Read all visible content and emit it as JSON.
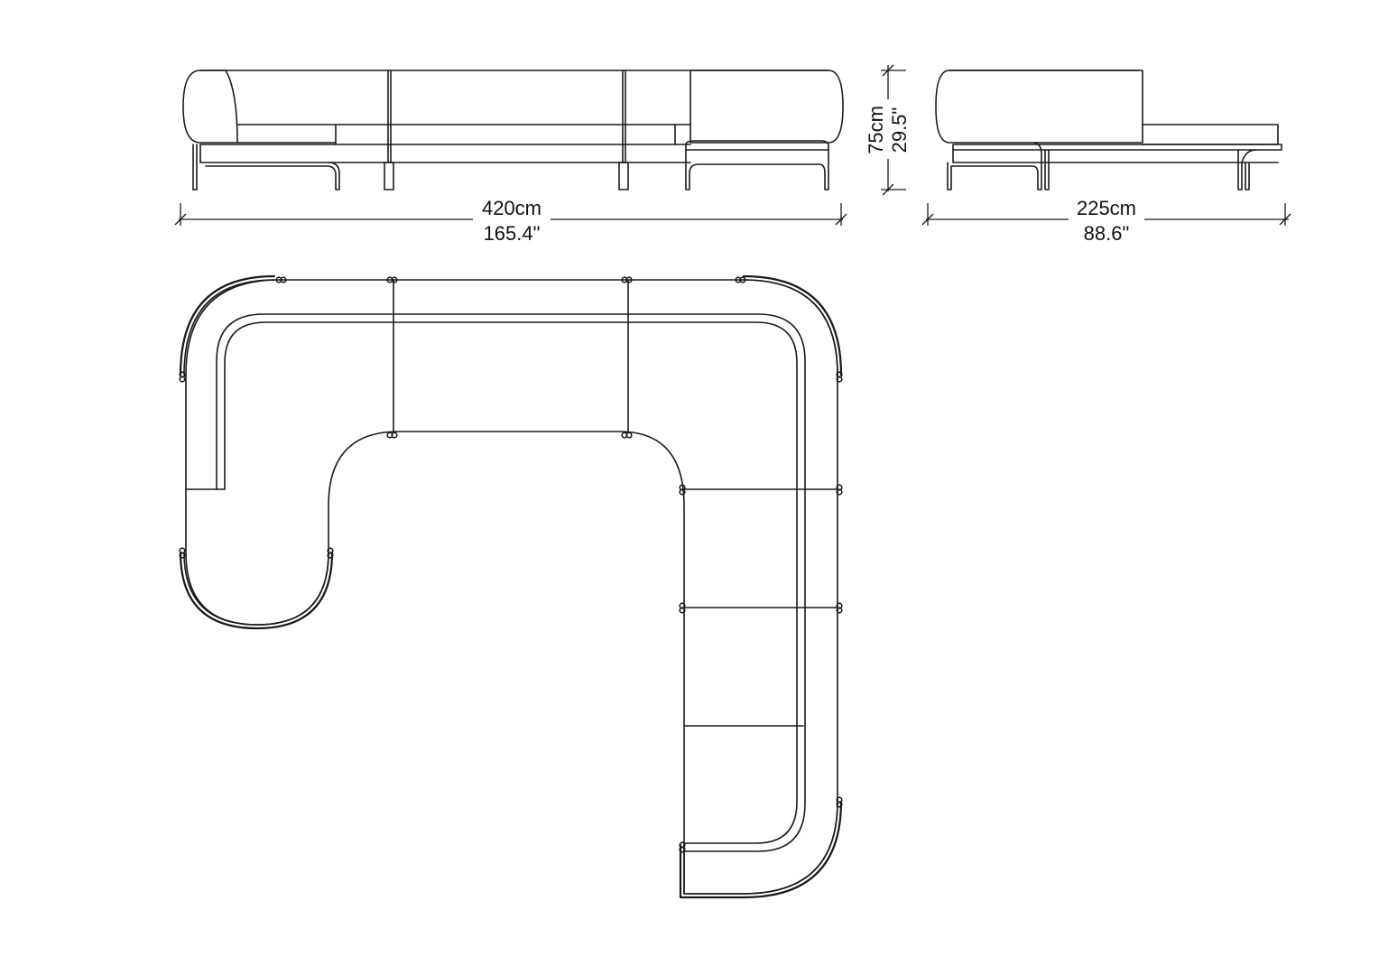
{
  "front_view": {
    "width_cm": "420cm",
    "width_in": "165.4\"",
    "height_cm": "75cm",
    "height_in": "29.5\""
  },
  "side_view": {
    "depth_cm": "225cm",
    "depth_in": "88.6\""
  },
  "colors": {
    "line": "#1a1a1a",
    "background": "#ffffff"
  }
}
